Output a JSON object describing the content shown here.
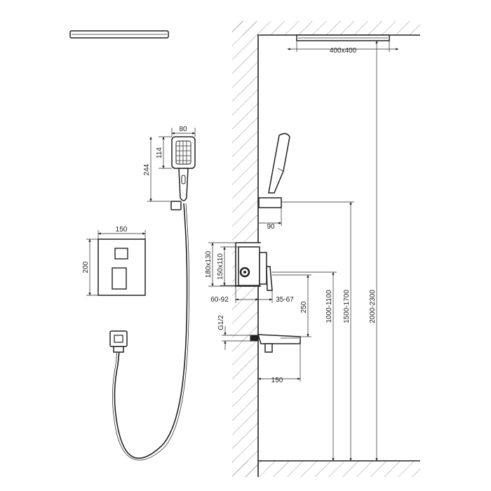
{
  "dimensions": {
    "rain_head": "400x400",
    "hand_width": "80",
    "hand_head_height": "114",
    "hand_total_height": "244",
    "panel_width": "150",
    "panel_height": "200",
    "holder_offset": "90",
    "box_outer": "180x130",
    "box_inner": "150x110",
    "box_depth": "60-92",
    "lever_projection": "35-67",
    "thread": "G1/2",
    "spout_drop": "250",
    "spout_length": "150",
    "mixer_height": "1000-1100",
    "holder_height": "1500-1700",
    "head_height": "2000-2300"
  }
}
